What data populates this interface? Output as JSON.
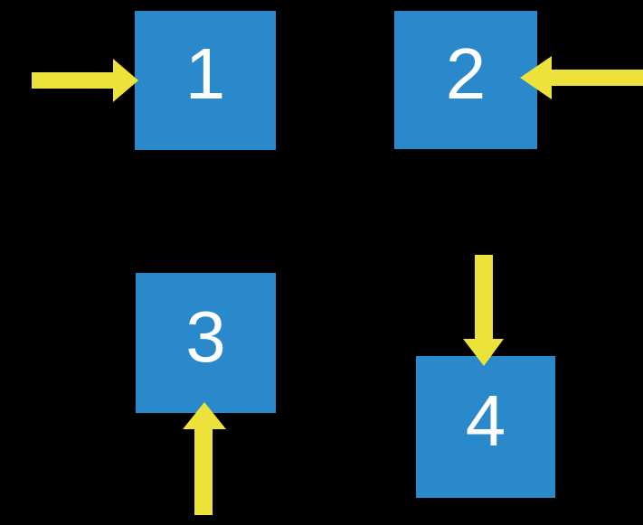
{
  "colors": {
    "background": "#000000",
    "square": "#2989CB",
    "arrow": "#EDE239",
    "number": "#FFFFFF"
  },
  "diagram": {
    "squares": [
      {
        "label": "1",
        "arrow_direction": "right",
        "arrow_side": "left"
      },
      {
        "label": "2",
        "arrow_direction": "left",
        "arrow_side": "right"
      },
      {
        "label": "3",
        "arrow_direction": "up",
        "arrow_side": "bottom"
      },
      {
        "label": "4",
        "arrow_direction": "down",
        "arrow_side": "top"
      }
    ]
  }
}
